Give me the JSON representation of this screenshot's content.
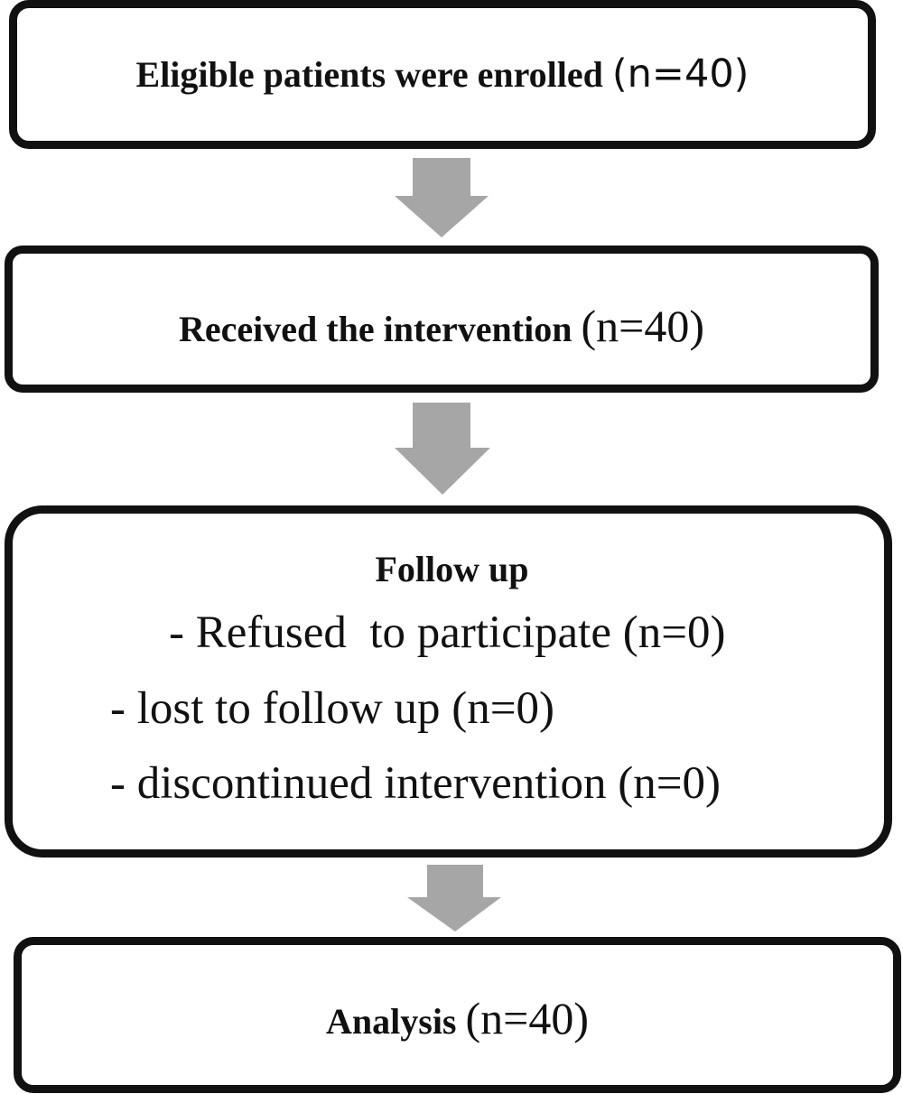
{
  "boxes": {
    "enrolled": {
      "label": "Eligible patients were enrolled ",
      "count": "(n=40)"
    },
    "intervention": {
      "label": "Received the intervention ",
      "count": "(n=40)"
    },
    "followup": {
      "title": "Follow up",
      "items": [
        "- Refused  to participate (n=0)",
        "- lost to follow up (n=0)",
        "- discontinued intervention (n=0)"
      ]
    },
    "analysis": {
      "label": "Analysis ",
      "count": "(n=40)"
    }
  },
  "colors": {
    "border": "#111111",
    "arrow": "#a6a6a6"
  }
}
